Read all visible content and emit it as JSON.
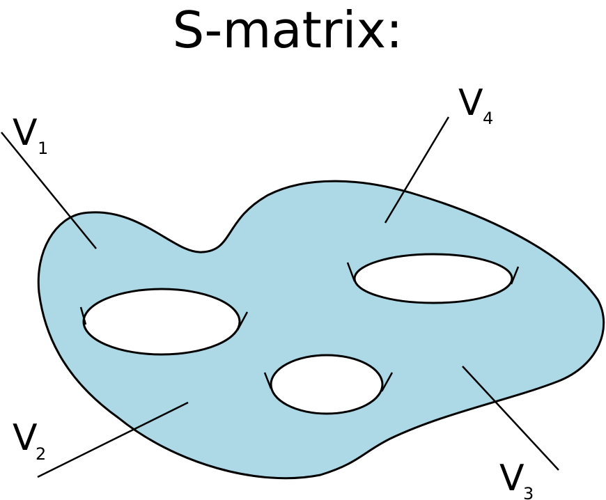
{
  "title": "S-matrix:",
  "colors": {
    "surface_fill": "#add8e6",
    "stroke": "#000000",
    "hole_fill": "#ffffff"
  },
  "vertices": [
    {
      "letter": "V",
      "subscript": "1"
    },
    {
      "letter": "V",
      "subscript": "2"
    },
    {
      "letter": "V",
      "subscript": "3"
    },
    {
      "letter": "V",
      "subscript": "4"
    }
  ]
}
